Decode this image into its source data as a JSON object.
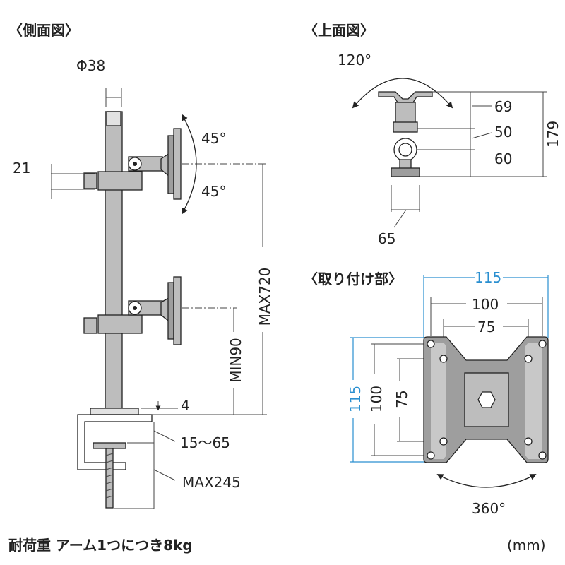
{
  "headings": {
    "side_view": "〈側面図〉",
    "top_view": "〈上面図〉",
    "mount": "〈取り付け部〉"
  },
  "side_view": {
    "pole_diameter": "Φ38",
    "knob_offset": "21",
    "tilt_up": "45°",
    "tilt_down": "45°",
    "max_height": "MAX720",
    "min_height": "MIN90",
    "base_thickness": "4",
    "clamp_range": "15〜65",
    "max_depth": "MAX245"
  },
  "top_view": {
    "swivel": "120°",
    "d69": "69",
    "d50": "50",
    "d60": "60",
    "total": "179",
    "width": "65"
  },
  "mount": {
    "outer_w": "115",
    "mid_w": "100",
    "inner_w": "75",
    "outer_h": "115",
    "mid_h": "100",
    "inner_h": "75",
    "rotation": "360°"
  },
  "footer": {
    "load": "耐荷重 アーム1つにつき8kg",
    "unit": "(mm)"
  },
  "colors": {
    "line": "#222222",
    "accent_blue": "#2a8fd0",
    "part_gray": "#bdbdbd"
  }
}
